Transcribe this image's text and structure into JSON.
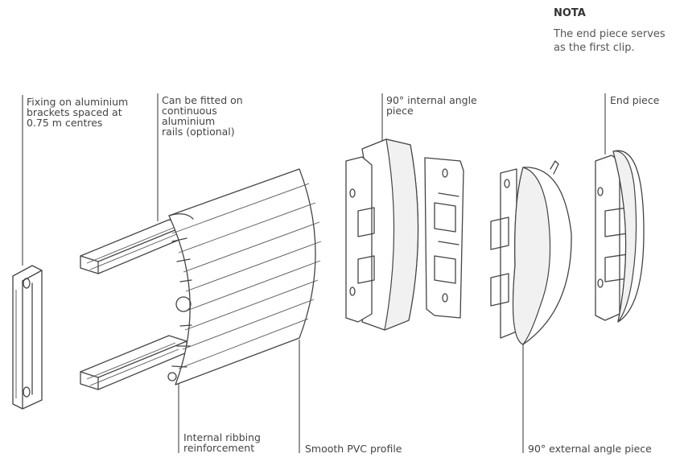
{
  "nota": {
    "title": "NOTA",
    "text": "The end piece serves\nas the first clip."
  },
  "labels": {
    "fixing": "Fixing on aluminium\nbrackets spaced at\n0.75 m centres",
    "rails": "Can be fitted on\ncontinuous\naluminium\nrails (optional)",
    "internal_angle": "90° internal angle\npiece",
    "end_piece": "End piece",
    "ribbing": "Internal ribbing\nreinforcement",
    "profile": "Smooth PVC profile",
    "external_angle": "90° external angle piece"
  }
}
